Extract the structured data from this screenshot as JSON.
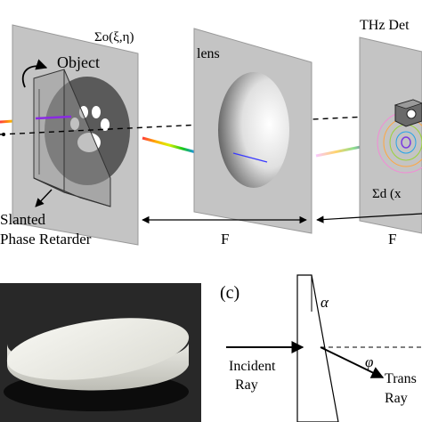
{
  "labels": {
    "sigma_o": "Σo(ξ,η)",
    "object": "Object",
    "lens": "lens",
    "thz_det": "THz Det",
    "slanted_line1": "Slanted",
    "slanted_line2": "Phase Retarder",
    "f_left": "F",
    "f_right": "F",
    "sigma_d": "Σd (x",
    "panel_c": "(c)",
    "alpha": "α",
    "phi": "φ",
    "incident1": "Incident",
    "incident2": "Ray",
    "trans1": "Trans",
    "trans2": "Ray"
  },
  "colors": {
    "plate": "#c4c4c4",
    "plate_edge": "#8a8a8a",
    "lens_light": "#ffffff",
    "lens_dark": "#3a3a3a",
    "object_disc": "#5a5a5a",
    "photo_bg": "#222222",
    "puck": "#eeeeea"
  },
  "icons": [
    "paw-icon",
    "rotate-arrow-icon",
    "detector-icon",
    "rainbow-beam-icon"
  ]
}
